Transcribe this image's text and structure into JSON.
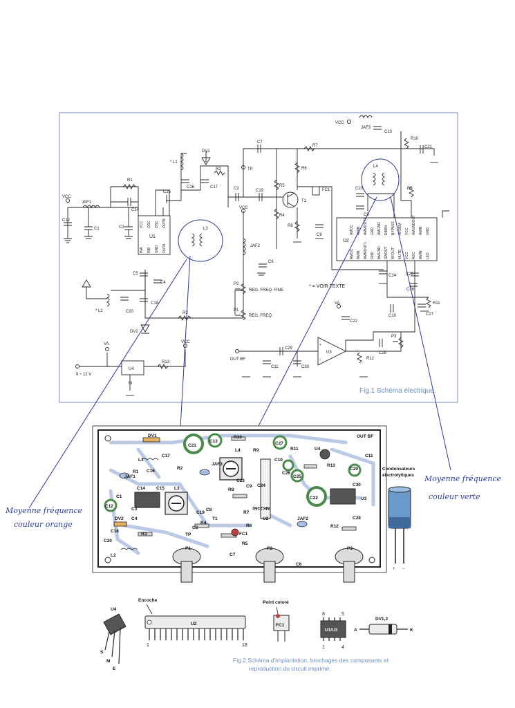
{
  "schematic": {
    "caption": "Fig.1 Schéma électrique.",
    "note": "* = VOIR TEXTE",
    "vcc": "VCC",
    "va": "VA",
    "supply": "9 ÷ 12 V",
    "out_bf": "OUT BF",
    "tp": "TP",
    "reg_fine": "REG. FREQ. FINE",
    "reg_freq": "REG. FREQ.",
    "u1": {
      "name": "U1",
      "pins_top": [
        "VCC",
        "OSC",
        "OSC",
        "OUTB"
      ],
      "pins_bottom": [
        "INA",
        "INB",
        "GND",
        "OUTA"
      ]
    },
    "u2": {
      "name": "U2",
      "pins_top": [
        "AMOC",
        "AMIN",
        "AMMOUT1",
        "GND",
        "AMGND",
        "DIMIN",
        "BYPASS",
        "AFDEM",
        "VCC",
        "AMGNDOUT",
        "AMIN",
        "GND"
      ],
      "pins_bottom": [
        "AMOC",
        "AMIN",
        "AMMOUT1",
        "GND",
        "AMGND",
        "SWOUT",
        "AFOUT",
        "MUTE",
        "VCC",
        "AGC",
        "AMIN",
        "LED"
      ]
    },
    "u3": "U3",
    "u4": "U4",
    "components": [
      "L1",
      "L2",
      "L3",
      "L4",
      "DV1",
      "DV2",
      "JAF1",
      "JAF2",
      "R1",
      "R2",
      "R3",
      "R4",
      "R5",
      "R6",
      "R7",
      "R8",
      "R9",
      "R10",
      "R11",
      "R12",
      "R13",
      "C1",
      "C2",
      "C3",
      "C4",
      "C5",
      "C6",
      "C7",
      "C8",
      "C9",
      "C10",
      "C11",
      "C12",
      "C13",
      "C14",
      "C15",
      "C16",
      "C17",
      "C18",
      "C19",
      "C20",
      "C21",
      "C22",
      "C23",
      "C24",
      "C25",
      "C26",
      "C27",
      "C28",
      "C29",
      "C30",
      "T1",
      "FC1",
      "P1",
      "P2",
      "P3",
      "M"
    ]
  },
  "annotations": {
    "left": [
      "Moyenne fréquence",
      "couleur orange"
    ],
    "right": [
      "Moyenne fréquence",
      "couleur verte"
    ]
  },
  "pcb": {
    "out_bf": "OUT BF",
    "labels": [
      "DV1",
      "L1",
      "C17",
      "R2",
      "C16",
      "R1",
      "JAF1",
      "C14",
      "C15",
      "L3",
      "C1",
      "C12",
      "C4",
      "C3",
      "DV2",
      "C18",
      "C20",
      "R3",
      "L2",
      "C21",
      "C13",
      "R10",
      "C27",
      "R11",
      "U4",
      "C11",
      "L4",
      "R9",
      "C10",
      "C26",
      "C25",
      "R13",
      "C29",
      "C30",
      "JAF3",
      "C23",
      "C24",
      "C19",
      "R8",
      "T1",
      "R4",
      "C2",
      "TP",
      "C8",
      "R7",
      "R6",
      "FC1",
      "R5",
      "C7",
      "C9",
      "U2",
      "C22",
      "U3",
      "C28",
      "JAF2",
      "R12",
      "P1",
      "P2",
      "P3",
      "C6"
    ],
    "marking": "MK2150",
    "elec_caps_label": "Condensateurs électrolytiques"
  },
  "pinouts": {
    "u4_label": "U4",
    "u4_pins": [
      "S",
      "M",
      "E"
    ],
    "encoche": "Encoche",
    "u2_label": "U2",
    "u2_pin_first": "1",
    "u2_pin_last": "18",
    "point_colore": "Point coloré",
    "fc1_label": "FC1",
    "dip_label": "U1/U3",
    "dip_pins": [
      "8",
      "5",
      "1",
      "4"
    ],
    "diode_label": "DV1,2",
    "diode_a": "A",
    "diode_k": "K"
  },
  "caption2": [
    "Fig.2 Schéma d'implantation, brochages des composants et",
    "reproduction du circuit imprimé."
  ]
}
